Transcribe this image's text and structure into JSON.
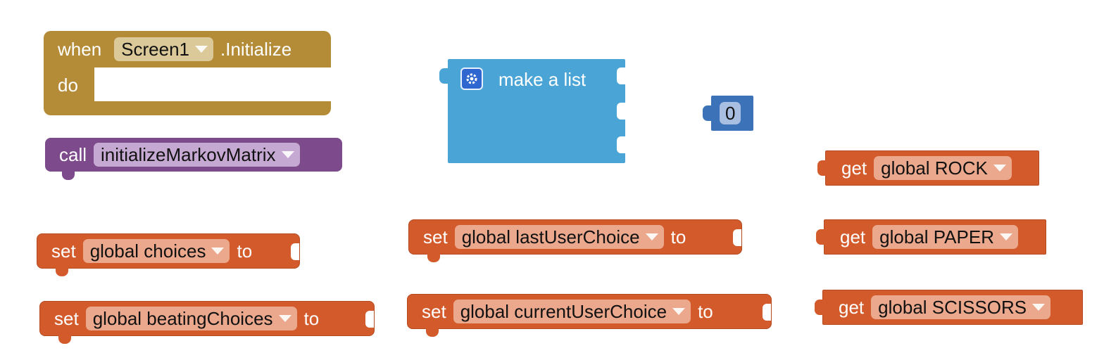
{
  "event_block": {
    "when_label": "when",
    "component": "Screen1",
    "event_name": ".Initialize",
    "do_label": "do"
  },
  "call_block": {
    "call_label": "call",
    "procedure": "initializeMarkovMatrix"
  },
  "set_blocks": [
    {
      "set_label": "set",
      "variable": "global choices",
      "to_label": "to"
    },
    {
      "set_label": "set",
      "variable": "global beatingChoices",
      "to_label": "to"
    },
    {
      "set_label": "set",
      "variable": "global lastUserChoice",
      "to_label": "to"
    },
    {
      "set_label": "set",
      "variable": "global currentUserChoice",
      "to_label": "to"
    }
  ],
  "list_block": {
    "label": "make a list",
    "icon": "gear-icon"
  },
  "number_block": {
    "value": "0"
  },
  "get_blocks": [
    {
      "get_label": "get",
      "variable": "global ROCK"
    },
    {
      "get_label": "get",
      "variable": "global PAPER"
    },
    {
      "get_label": "get",
      "variable": "global SCISSORS"
    }
  ],
  "colors": {
    "variable": "#d35a2a",
    "event": "#b48c38",
    "procedure": "#7d4b8c",
    "list": "#4aa5d6",
    "math": "#3c72b8"
  }
}
